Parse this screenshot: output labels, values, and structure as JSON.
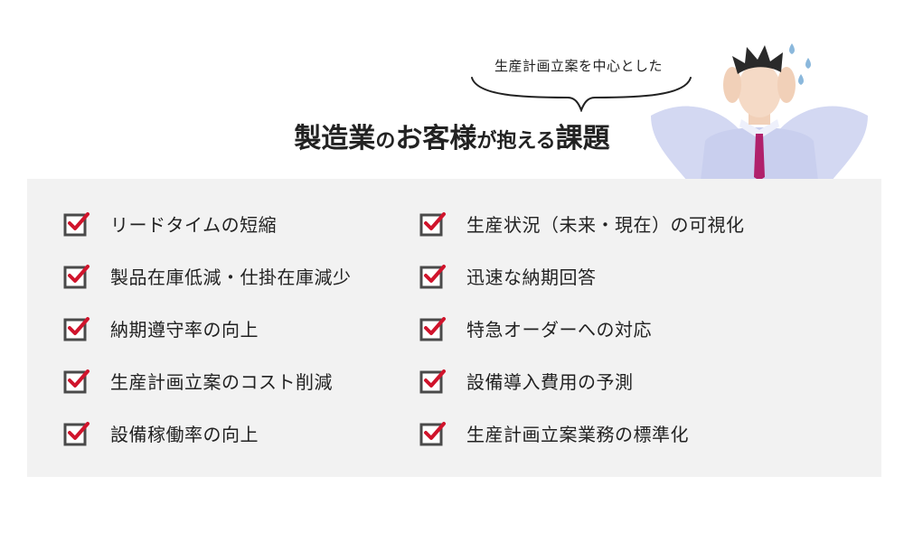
{
  "header": {
    "subtitle": "生産計画立案を中心とした",
    "title_parts": [
      "製造業",
      "の",
      "お客様",
      "が抱える",
      "課題"
    ]
  },
  "colors": {
    "panel_bg": "#f2f2f2",
    "check_red": "#d0142c",
    "box_gray": "#4a4a4a",
    "tie": "#b0216b",
    "shirt": "#c9cfee"
  },
  "illustration": {
    "name": "worried-businessman"
  },
  "checklist": {
    "left": [
      "リードタイムの短縮",
      "製品在庫低減・仕掛在庫減少",
      "納期遵守率の向上",
      "生産計画立案のコスト削減",
      "設備稼働率の向上"
    ],
    "right": [
      "生産状況（未来・現在）の可視化",
      "迅速な納期回答",
      "特急オーダーへの対応",
      "設備導入費用の予測",
      "生産計画立案業務の標準化"
    ]
  }
}
